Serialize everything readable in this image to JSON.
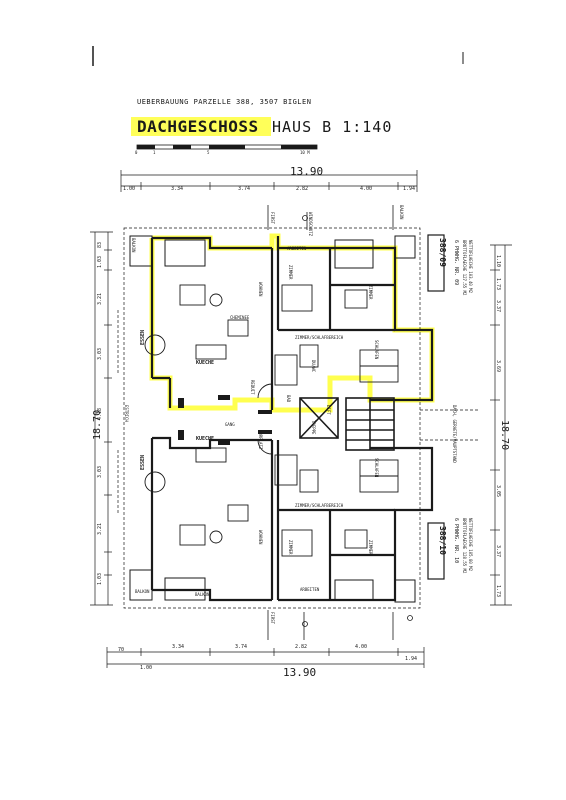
{
  "header": {
    "subtitle": "UEBERBAUUNG PARZELLE 388, 3507 BIGLEN",
    "title": "DACHGESCHOSS",
    "house": "HAUS B 1:140",
    "scale_ticks": [
      "0",
      "1",
      "5",
      "10 M"
    ]
  },
  "dimensions": {
    "overall_width": "13.90",
    "overall_depth": "18.70",
    "top_segments": [
      "1.00",
      "3.34",
      "3.74",
      "2.82",
      "4.00",
      "1.94"
    ],
    "bottom_segments": [
      "70",
      "3.34",
      "3.74",
      "2.82",
      "4.00",
      "1.00",
      "1.94"
    ],
    "right_segments": [
      "1.10",
      "1.73",
      "3.37",
      "3.69",
      "3.05",
      "3.37",
      "1.73"
    ],
    "left_segments": [
      "83",
      "1.03",
      "3.21",
      "3.03",
      "4.18",
      "3.03",
      "3.21",
      "1.03"
    ]
  },
  "apartments": {
    "north": {
      "number": "388/09",
      "label": "6 PHWHG. NR. 09",
      "area": "BRUTTOFLAECHE 127.55 M2",
      "net": "NETTOFLAECHE 103.40 M2"
    },
    "south": {
      "number": "388/10",
      "label": "6 PHWHG. NR. 10",
      "area": "BRUTTOFLAECHE 128.55 M2",
      "net": "NETTOFLAECHE 105.80 M2"
    }
  },
  "rooms": {
    "essen_n": "ESSEN",
    "essen_s": "ESSEN",
    "kueche_n": "KUECHE",
    "kueche_s": "KUECHE",
    "zimmer_n1": "ZIMMER",
    "zimmer_n2": "ZIMMER",
    "zimmer_s1": "ZIMMER",
    "zimmer_s2": "ZIMMER",
    "schlafen_n": "SCHLAFEN",
    "schlafen_s": "SCHLAFEN",
    "wohnen_n": "WOHNEN",
    "wohnen_s": "WOHNEN",
    "lift": "LIFT",
    "treppe": "TREPPE",
    "gang": "GANG",
    "bad": "BAD",
    "du_wc": "DU/WC",
    "arbeiten_n": "ARBEITEN",
    "arbeiten_s": "ARBEITEN",
    "balkon_1": "BALKON",
    "balkon_2": "BALKON",
    "balkon_3": "BALKON",
    "balkon_4": "BALKON",
    "zimmerschlaf_n": "ZIMMER/SCHLAFBEREICH",
    "zimmerschlaf_s": "ZIMMER/SCHLAFBEREICH",
    "dachraum": "DACH, GERAETE/HAUPTSTAND",
    "cheminee": "CHEMINEE",
    "estrich": "ESTRICH",
    "first_1": "FIRST",
    "first_2": "FIRST",
    "wind": "WINDSCHUTZ",
    "reduit": "REDUIT",
    "vorplatz": "VORPLATZ"
  },
  "colors": {
    "highlight": "#ffff3c",
    "line": "#1a1a1a"
  }
}
